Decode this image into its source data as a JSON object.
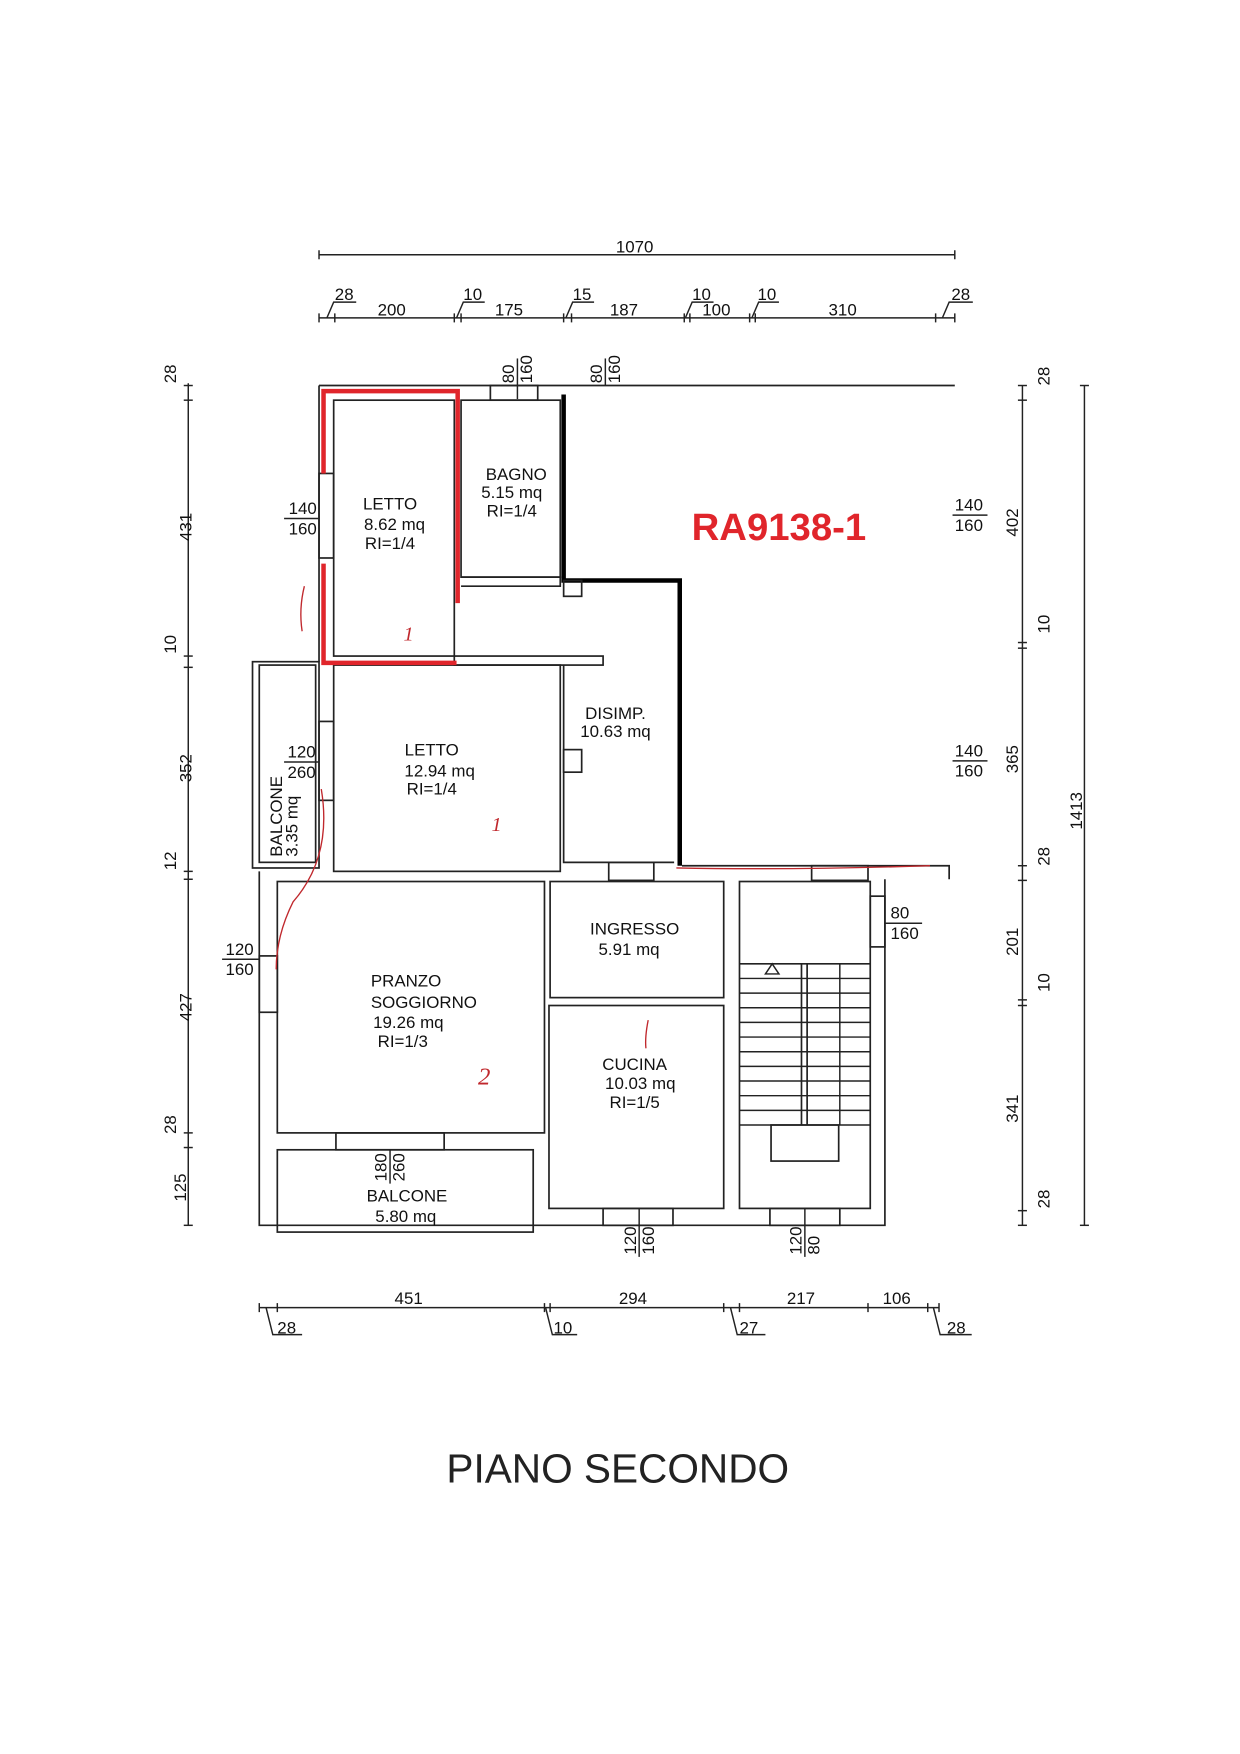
{
  "title": "PIANO SECONDO",
  "code": {
    "text": "RA9138-1",
    "color": "#e0252b"
  },
  "rooms": {
    "letto1": {
      "name": "LETTO",
      "area": "8.62  mq",
      "ri": "RI=1/4"
    },
    "bagno": {
      "name": "BAGNO",
      "area": "5.15  mq",
      "ri": "RI=1/4"
    },
    "disimp": {
      "name": "DISIMP.",
      "area": "10.63  mq"
    },
    "letto2": {
      "name": "LETTO",
      "area": "12.94  mq",
      "ri": "RI=1/4"
    },
    "balcone_left": {
      "name": "BALCONE",
      "area": "3.35  mq"
    },
    "ingresso": {
      "name": "INGRESSO",
      "area": "5.91  mq"
    },
    "pranzo": {
      "name1": "PRANZO",
      "name2": "SOGGIORNO",
      "area": "19.26  mq",
      "ri": "RI=1/3"
    },
    "cucina": {
      "name": "CUCINA",
      "area": "10.03  mq",
      "ri": "RI=1/5"
    },
    "balcone_bottom": {
      "name": "BALCONE",
      "area": "5.80  mq"
    }
  },
  "dimensions": {
    "top_total": "1070",
    "top": [
      "28",
      "200",
      "10",
      "175",
      "15",
      "187",
      "10",
      "100",
      "10",
      "310",
      "28"
    ],
    "left": [
      "28",
      "431",
      "10",
      "352",
      "12",
      "427",
      "28",
      "125"
    ],
    "right": [
      "28",
      "402",
      "10",
      "365",
      "28",
      "201",
      "10",
      "341",
      "28"
    ],
    "right_total": "1413",
    "bottom": [
      "451",
      "294",
      "217",
      "106"
    ],
    "bottom_walls": [
      "28",
      "10",
      "27",
      "28"
    ]
  },
  "windows": {
    "top_bagno": [
      "80",
      "160"
    ],
    "top_disimp": [
      "80",
      "160"
    ],
    "left_letto1": [
      "140",
      "160"
    ],
    "right_upper": [
      "140",
      "160"
    ],
    "left_letto2": [
      "120",
      "260"
    ],
    "right_lower": [
      "140",
      "160"
    ],
    "stair": [
      "80",
      "160"
    ],
    "left_pranzo": [
      "120",
      "160"
    ],
    "balcone_door": [
      "180",
      "260"
    ],
    "cucina": [
      "120",
      "160"
    ],
    "stair_bottom": [
      "120",
      "80"
    ]
  },
  "annotations": [
    "1",
    "1",
    "2"
  ]
}
